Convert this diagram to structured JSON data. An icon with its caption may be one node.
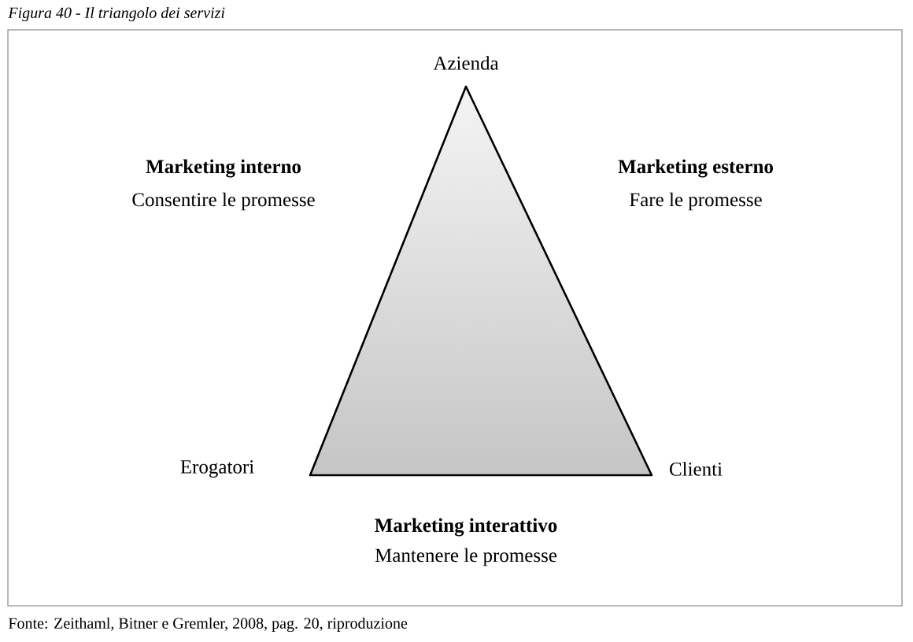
{
  "diagram": {
    "title": "Figura 40 - Il triangolo dei servizi",
    "caption": "Fonte: Zeithaml, Bitner e Gremler, 2008, pag. 20, riproduzione",
    "labels": [
      "Azienda",
      "Marketing interno",
      "Consentire le promesse",
      "Marketing esterno",
      "Fare le promesse",
      "Erogatori",
      "Clienti",
      "Marketing interattivo",
      "Mantenere le promesse"
    ]
  }
}
